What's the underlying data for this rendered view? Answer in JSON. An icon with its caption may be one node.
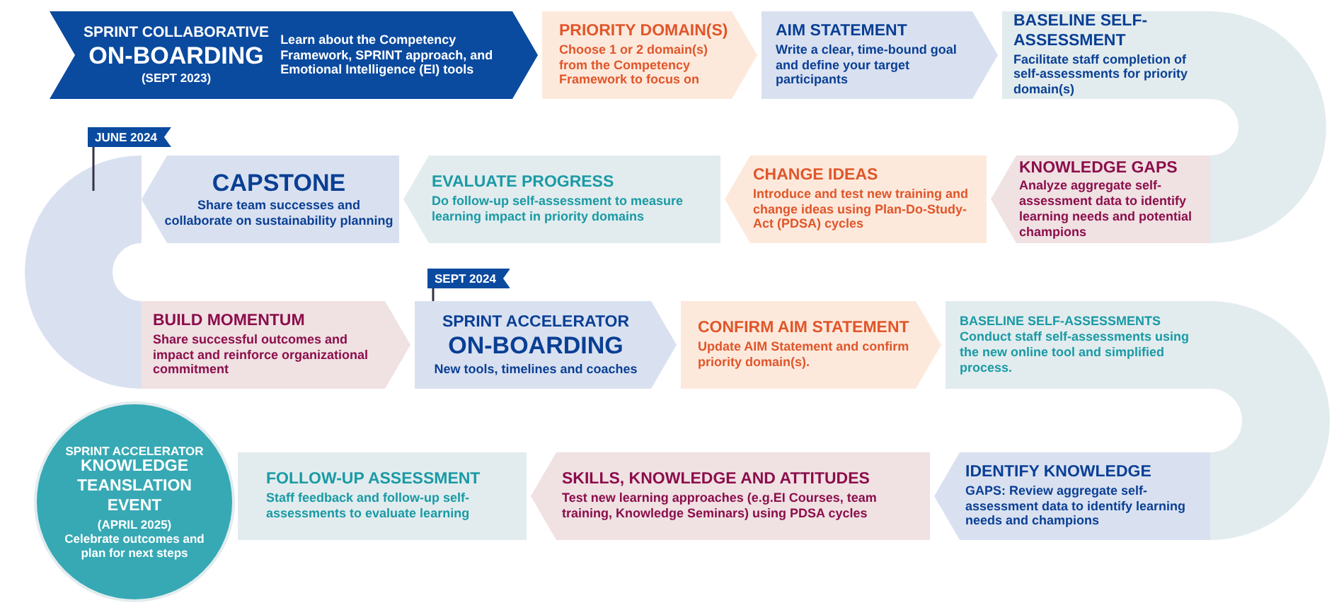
{
  "diagram": {
    "nodes": [
      {
        "text": [
          "SPRINT COLLABORATIVE",
          "ON-BOARDING",
          "(SEPT 2023)",
          "Learn about the Competency Framework, SPRINT approach, and Emotional Intelligence (EI) tools"
        ]
      },
      {
        "text": [
          "PRIORITY DOMAIN(S)",
          "Choose 1 or 2 domain(s) from the Competency Framework to focus on"
        ]
      },
      {
        "text": [
          "AIM STATEMENT",
          "Write a clear, time-bound goal and define your target participants"
        ]
      },
      {
        "text": [
          "BASELINE SELF-ASSESSMENT",
          "Facilitate staff completion of self-assessments for priority domain(s)"
        ]
      },
      {
        "text": [
          "KNOWLEDGE GAPS",
          "Analyze aggregate self-assessment data to identify learning needs and potential champions"
        ]
      },
      {
        "text": [
          "CHANGE IDEAS",
          "Introduce and test new training and change ideas using Plan-Do-Study-Act (PDSA) cycles"
        ]
      },
      {
        "text": [
          "EVALUATE PROGRESS",
          "Do follow-up self-assessment to measure learning impact in priority domains"
        ]
      },
      {
        "text": [
          "CAPSTONE",
          "Share team successes and collaborate on sustainability planning"
        ],
        "beside": [
          "JUNE 2024"
        ]
      },
      {
        "text": [
          "BUILD MOMENTUM",
          "Share successful outcomes and impact and reinforce organizational commitment"
        ]
      },
      {
        "text": [
          "SPRINT ACCELERATOR",
          "ON-BOARDING",
          "New tools, timelines and coaches"
        ],
        "beside": [
          "SEPT 2024"
        ]
      },
      {
        "text": [
          "CONFIRM AIM STATEMENT",
          "Update AIM Statement and confirm priority domain(s)."
        ]
      },
      {
        "text": [
          "BASELINE SELF-ASSESSMENTS",
          "Conduct staff self-assessments using the new online tool and simplified process."
        ]
      },
      {
        "text": [
          "IDENTIFY KNOWLEDGE",
          "GAPS: Review aggregate self-assessment data to identify learning needs and champions"
        ]
      },
      {
        "text": [
          "SKILLS, KNOWLEDGE AND ATTITUDES",
          "Test new learning approaches (e.g.EI Courses, team training, Knowledge Seminars) using PDSA cycles"
        ]
      },
      {
        "text": [
          "FOLLOW-UP ASSESSMENT",
          "Staff feedback and follow-up self-assessments to evaluate learning"
        ]
      },
      {
        "text": [
          "SPRINT ACCELERATOR",
          "KNOWLEDGE TEANSLATION EVENT",
          "(APRIL 2025)",
          "Celebrate outcomes and plan for next steps"
        ]
      }
    ],
    "edges": [
      {
        "from": 3,
        "to": 4,
        "arrow": "none"
      },
      {
        "from": 7,
        "to": 8,
        "arrow": "none"
      },
      {
        "from": 11,
        "to": 12,
        "arrow": "none"
      }
    ]
  }
}
